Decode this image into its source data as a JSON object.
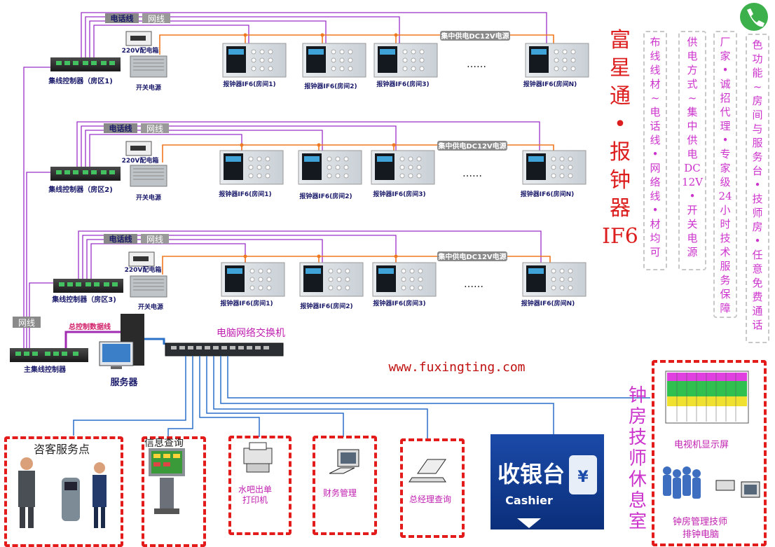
{
  "brand_title": [
    "富",
    "星",
    "通",
    "•",
    "报",
    "钟",
    "器",
    "IF6"
  ],
  "features": [
    [
      "布",
      "线",
      "线",
      "材",
      "~",
      "电",
      "话",
      "线",
      "•",
      "网",
      "络",
      "线",
      "•",
      "材",
      "均",
      "可"
    ],
    [
      "供",
      "电",
      "方",
      "式",
      "~",
      "集",
      "中",
      "供",
      "电",
      "DC",
      "12V",
      "•",
      "开",
      "关",
      "电",
      "源"
    ],
    [
      "厂",
      "家",
      "•",
      "诚",
      "招",
      "代",
      "理",
      "•",
      "专",
      "家",
      "级",
      "24",
      "小",
      "时",
      "技",
      "术",
      "服",
      "务",
      "保",
      "障"
    ],
    [
      "色",
      "功",
      "能",
      "~",
      "房",
      "间",
      "与",
      "服",
      "务",
      "台",
      "•",
      "技",
      "师",
      "房",
      "•",
      "任",
      "意",
      "免",
      "费",
      "通",
      "话"
    ]
  ],
  "rows": [
    {
      "phone_line": "电话线",
      "net_line": "网线",
      "power_box": "220V配电箱",
      "switch_psu": "开关电源",
      "hub": "集线控制器（房区1)",
      "dc_power": "集中供电DC12V电源",
      "rooms": [
        "报钟器IF6(房间1)",
        "报钟器IF6(房间2)",
        "报钟器IF6(房间3)",
        "报钟器IF6(房间N)"
      ],
      "ellipsis": "……"
    },
    {
      "phone_line": "电话线",
      "net_line": "网线",
      "power_box": "220V配电箱",
      "switch_psu": "开关电源",
      "hub": "集线控制器（房区2)",
      "dc_power": "集中供电DC12V电源",
      "rooms": [
        "报钟器IF6(房间1)",
        "报钟器IF6(房间2)",
        "报钟器IF6(房间3)",
        "报钟器IF6(房间N)"
      ],
      "ellipsis": "……"
    },
    {
      "phone_line": "电话线",
      "net_line": "网线",
      "power_box": "220V配电箱",
      "switch_psu": "开关电源",
      "hub": "集线控制器（房区3)",
      "dc_power": "集中供电DC12V电源",
      "rooms": [
        "报钟器IF6(房间1)",
        "报钟器IF6(房间2)",
        "报钟器IF6(房间3)",
        "报钟器IF6(房间N)"
      ],
      "ellipsis": "……"
    }
  ],
  "main": {
    "net_line": "网线",
    "data_line": "总控制数据线",
    "main_hub": "主集线控制器",
    "server": "服务器",
    "switch": "电脑网络交换机",
    "website": "www.fuxingting.com"
  },
  "terminals": {
    "consult": "咨客服务点",
    "info": "信息查询",
    "printer": [
      "水吧出单",
      "打印机"
    ],
    "finance": "财务管理",
    "manager": "总经理查询",
    "cashier_cn": "收银台",
    "cashier_en": "Cashier",
    "room_title": [
      "钟",
      "房",
      "技",
      "师",
      "休",
      "息",
      "室"
    ],
    "tv": "电视机显示屏",
    "tech_pc": [
      "钟房管理技师",
      "排钟电脑"
    ]
  },
  "colors": {
    "phone_line": "#9b30c8",
    "power_line": "#f07820",
    "network_line": "#2a6fc8",
    "data_line": "#a02ab0",
    "feature_text": "#cc33cc",
    "brand_red": "#dd1e1e"
  }
}
